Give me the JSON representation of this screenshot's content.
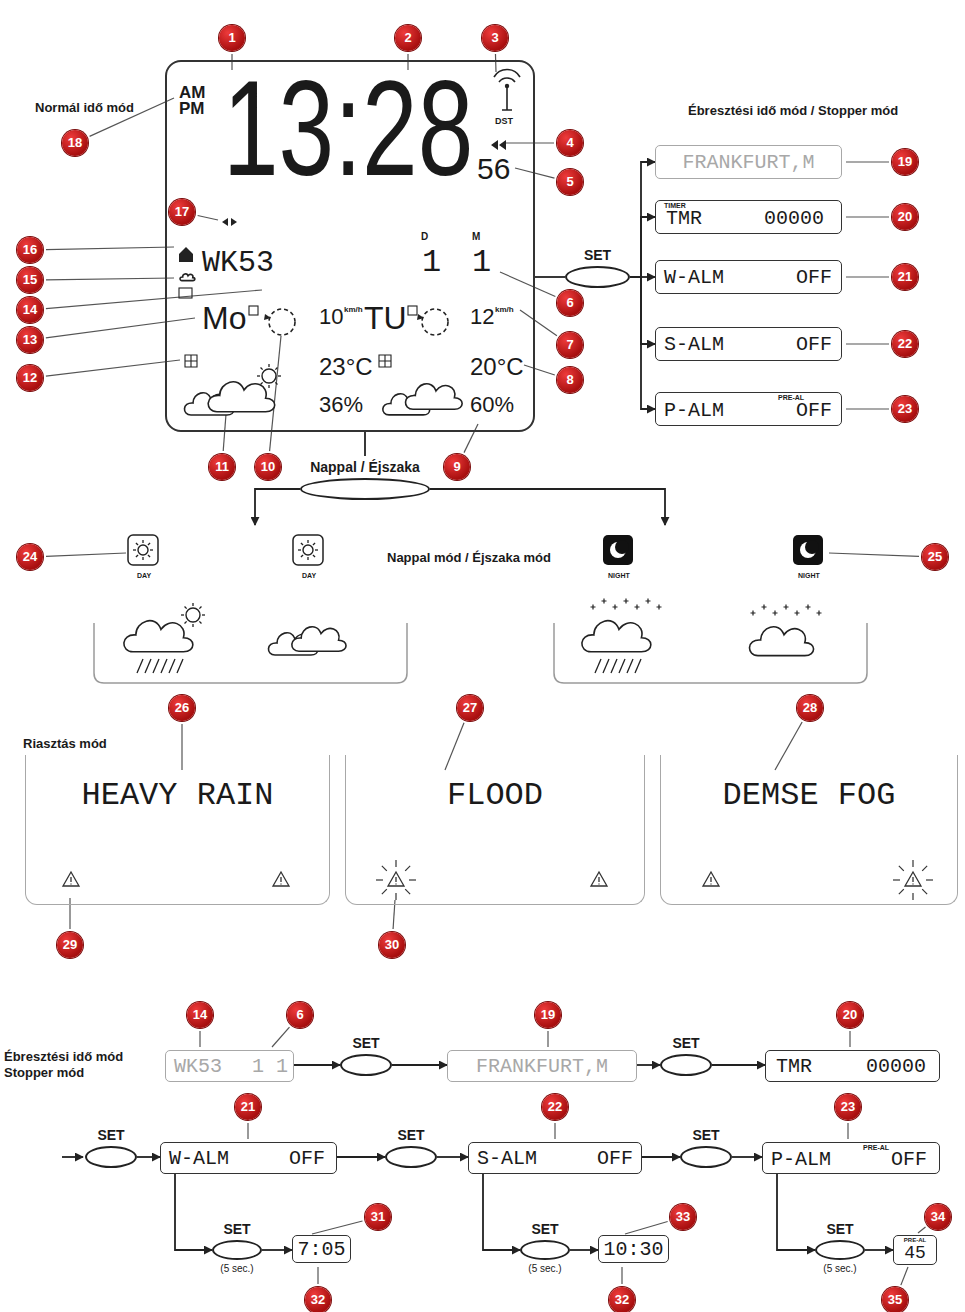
{
  "diagram": {
    "nodes": [
      {
        "text": [
          "AM",
          "PM",
          "13:28",
          "DST",
          "56",
          "WK53",
          "D",
          "1",
          "M",
          "1",
          "Mo",
          "10",
          "km/h",
          "23°C",
          "36%",
          "TU",
          "12",
          "km/h",
          "20°C",
          "60%"
        ]
      },
      {
        "text": [
          "SET"
        ]
      },
      {
        "text": [
          "FRANKFURT,M"
        ]
      },
      {
        "text": [
          "TIMER",
          "TMR",
          "00000"
        ]
      },
      {
        "text": [
          "W-ALM",
          "OFF"
        ]
      },
      {
        "text": [
          "S-ALM",
          "OFF"
        ]
      },
      {
        "text": [
          "P-ALM",
          "PRE-AL",
          "OFF"
        ]
      },
      {
        "text": [
          "Nappal / Éjszaka"
        ]
      },
      {
        "text": [
          "DAY",
          "DAY"
        ]
      },
      {
        "text": [
          "NIGHT",
          "NIGHT"
        ]
      },
      {
        "text": [
          "HEAVY RAIN"
        ]
      },
      {
        "text": [
          "FLOOD"
        ]
      },
      {
        "text": [
          "DEMSE FOG"
        ]
      },
      {
        "text": [
          "WK53",
          "1 1"
        ]
      },
      {
        "text": [
          "SET"
        ]
      },
      {
        "text": [
          "FRANKFURT,M"
        ]
      },
      {
        "text": [
          "SET"
        ]
      },
      {
        "text": [
          "TMR",
          "00000"
        ]
      },
      {
        "text": [
          "SET"
        ]
      },
      {
        "text": [
          "W-ALM",
          "OFF"
        ]
      },
      {
        "text": [
          "SET"
        ]
      },
      {
        "text": [
          "S-ALM",
          "OFF"
        ]
      },
      {
        "text": [
          "SET"
        ]
      },
      {
        "text": [
          "P-ALM",
          "PRE-AL",
          "OFF"
        ]
      },
      {
        "text": [
          "SET",
          "(5 sec.)"
        ]
      },
      {
        "text": [
          "7:05"
        ]
      },
      {
        "text": [
          "SET",
          "(5 sec.)"
        ]
      },
      {
        "text": [
          "10:30"
        ]
      },
      {
        "text": [
          "SET",
          "(5 sec.)"
        ]
      },
      {
        "text": [
          "PRE-AL",
          "45"
        ]
      }
    ],
    "edges": [
      {
        "from": 0,
        "to": 1,
        "arrow": "none"
      },
      {
        "from": 1,
        "to": 2,
        "arrow": "to"
      },
      {
        "from": 1,
        "to": 3,
        "arrow": "to"
      },
      {
        "from": 1,
        "to": 4,
        "arrow": "to"
      },
      {
        "from": 1,
        "to": 5,
        "arrow": "to"
      },
      {
        "from": 1,
        "to": 6,
        "arrow": "to"
      },
      {
        "from": 0,
        "to": 7,
        "arrow": "none"
      },
      {
        "from": 7,
        "to": 8,
        "arrow": "to"
      },
      {
        "from": 7,
        "to": 9,
        "arrow": "to"
      },
      {
        "from": 13,
        "to": 14,
        "arrow": "to"
      },
      {
        "from": 14,
        "to": 15,
        "arrow": "to"
      },
      {
        "from": 15,
        "to": 16,
        "arrow": "to"
      },
      {
        "from": 16,
        "to": 17,
        "arrow": "to"
      },
      {
        "from": 18,
        "to": 19,
        "arrow": "to"
      },
      {
        "from": 19,
        "to": 20,
        "arrow": "to"
      },
      {
        "from": 20,
        "to": 21,
        "arrow": "to"
      },
      {
        "from": 21,
        "to": 22,
        "arrow": "to"
      },
      {
        "from": 22,
        "to": 23,
        "arrow": "to"
      },
      {
        "from": 19,
        "to": 24,
        "arrow": "to"
      },
      {
        "from": 24,
        "to": 25,
        "arrow": "to"
      },
      {
        "from": 21,
        "to": 26,
        "arrow": "to"
      },
      {
        "from": 26,
        "to": 27,
        "arrow": "to"
      },
      {
        "from": 23,
        "to": 28,
        "arrow": "to"
      },
      {
        "from": 28,
        "to": 29,
        "arrow": "to"
      }
    ],
    "labels": [
      "Normál idő mód",
      "Ébresztési idő mód / Stopper mód",
      "Nappal mód / Éjszaka mód",
      "Riasztás mód",
      "Ébresztési idő mód Stopper mód",
      "1",
      "2",
      "3",
      "18",
      "4",
      "5",
      "17",
      "16",
      "15",
      "14",
      "13",
      "12",
      "6",
      "7",
      "8",
      "11",
      "10",
      "9",
      "19",
      "20",
      "21",
      "22",
      "23",
      "24",
      "25",
      "26",
      "27",
      "28",
      "29",
      "30",
      "14",
      "6",
      "19",
      "20",
      "21",
      "22",
      "23",
      "31",
      "32",
      "33",
      "32",
      "34",
      "35"
    ]
  }
}
